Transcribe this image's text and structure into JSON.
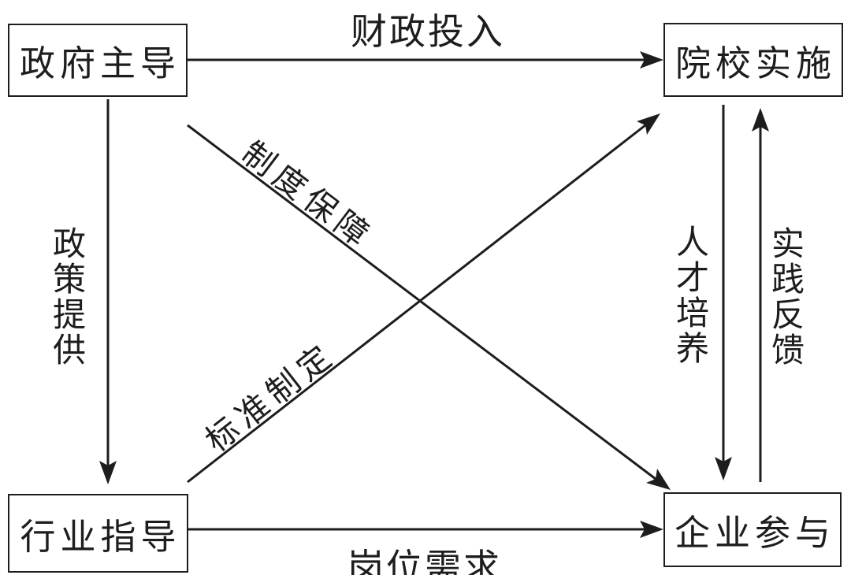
{
  "colors": {
    "ink": "#1d1d1d",
    "background": "#ffffff"
  },
  "nodes": {
    "government": {
      "label": "政府主导"
    },
    "college": {
      "label": "院校实施"
    },
    "industry": {
      "label": "行业指导"
    },
    "enterprise": {
      "label": "企业参与"
    }
  },
  "edges": {
    "financial": {
      "label": "财政投入",
      "from": "政府主导",
      "to": "院校实施",
      "direction": "left-to-right"
    },
    "policy": {
      "label": "政策提供",
      "from": "政府主导",
      "to": "行业指导",
      "direction": "top-to-bottom"
    },
    "institution": {
      "label": "制度保障",
      "from": "政府主导",
      "to": "企业参与",
      "direction": "diagonal-down-right"
    },
    "standard": {
      "label": "标准制定",
      "from": "行业指导",
      "to": "院校实施",
      "direction": "diagonal-up-right"
    },
    "talent": {
      "label": "人才培养",
      "from": "院校实施",
      "to": "企业参与",
      "direction": "top-to-bottom"
    },
    "feedback": {
      "label": "实践反馈",
      "from": "企业参与",
      "to": "院校实施",
      "direction": "bottom-to-top"
    },
    "demand": {
      "label": "岗位需求",
      "from": "行业指导",
      "to": "企业参与",
      "direction": "left-to-right"
    }
  }
}
